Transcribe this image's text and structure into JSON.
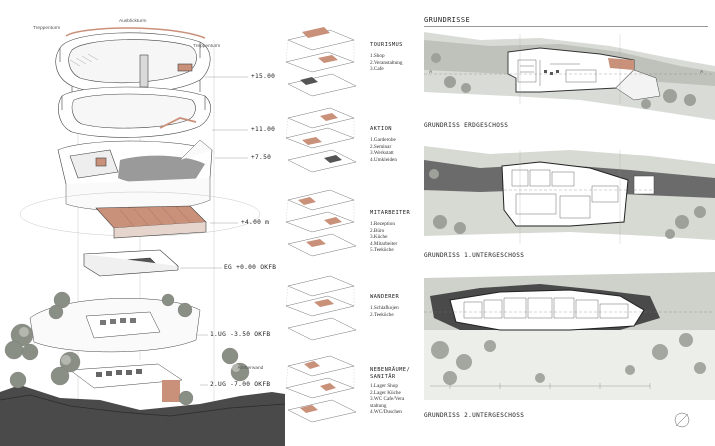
{
  "exploded_view": {
    "top_labels": [
      "Treppenturm",
      "Ausblickturm",
      "Treppenturm"
    ],
    "levels": [
      {
        "label": "+15.00"
      },
      {
        "label": "+11.00"
      },
      {
        "label": "+7.50"
      },
      {
        "label": "+4.00 m"
      },
      {
        "label": "EG  +0.00 OKFB"
      },
      {
        "label": "1.UG  -3.50 OKFB"
      },
      {
        "label": "2.UG  -7.00 OKFB"
      }
    ],
    "annotations": [
      "Kletterwand"
    ]
  },
  "programs": [
    {
      "title": "TOURISMUS",
      "items": [
        "1.Shop",
        "2.Veranstaltung",
        "3.Cafe"
      ]
    },
    {
      "title": "AKTION",
      "items": [
        "1.Garderobe",
        "2.Seminar",
        "3.Werkstatt",
        "4.Umkleiden"
      ]
    },
    {
      "title": "MITARBEITER",
      "items": [
        "1.Rezeption",
        "2.Büro",
        "3.Küche",
        "4.Mitarbeiter",
        "5.Teeküche"
      ]
    },
    {
      "title": "WANDERER",
      "items": [
        "1.Schlafkojen",
        "2.Teeküche"
      ]
    },
    {
      "title": "NEBENRÄUME/\nSANITÄR",
      "items": [
        "1.Lager Shop",
        "2.Lager Küche",
        "3.WC Cafe/Vera",
        "staltung",
        "4.WC/Duschen"
      ]
    }
  ],
  "plans": {
    "heading": "GRUNDRISSE",
    "captions": [
      "GRUNDRISS ERDGESCHOSS",
      "GRUNDRISS 1.UNTERGESCHOSS",
      "GRUNDRISS 2.UNTERGESCHOSS"
    ],
    "section_marks": [
      "A",
      "A"
    ]
  },
  "colors": {
    "accent_terracotta": "#c9907a",
    "line": "#555555",
    "terrain_dark": "#4a4a4a",
    "vegetation": "#8a8f86"
  }
}
